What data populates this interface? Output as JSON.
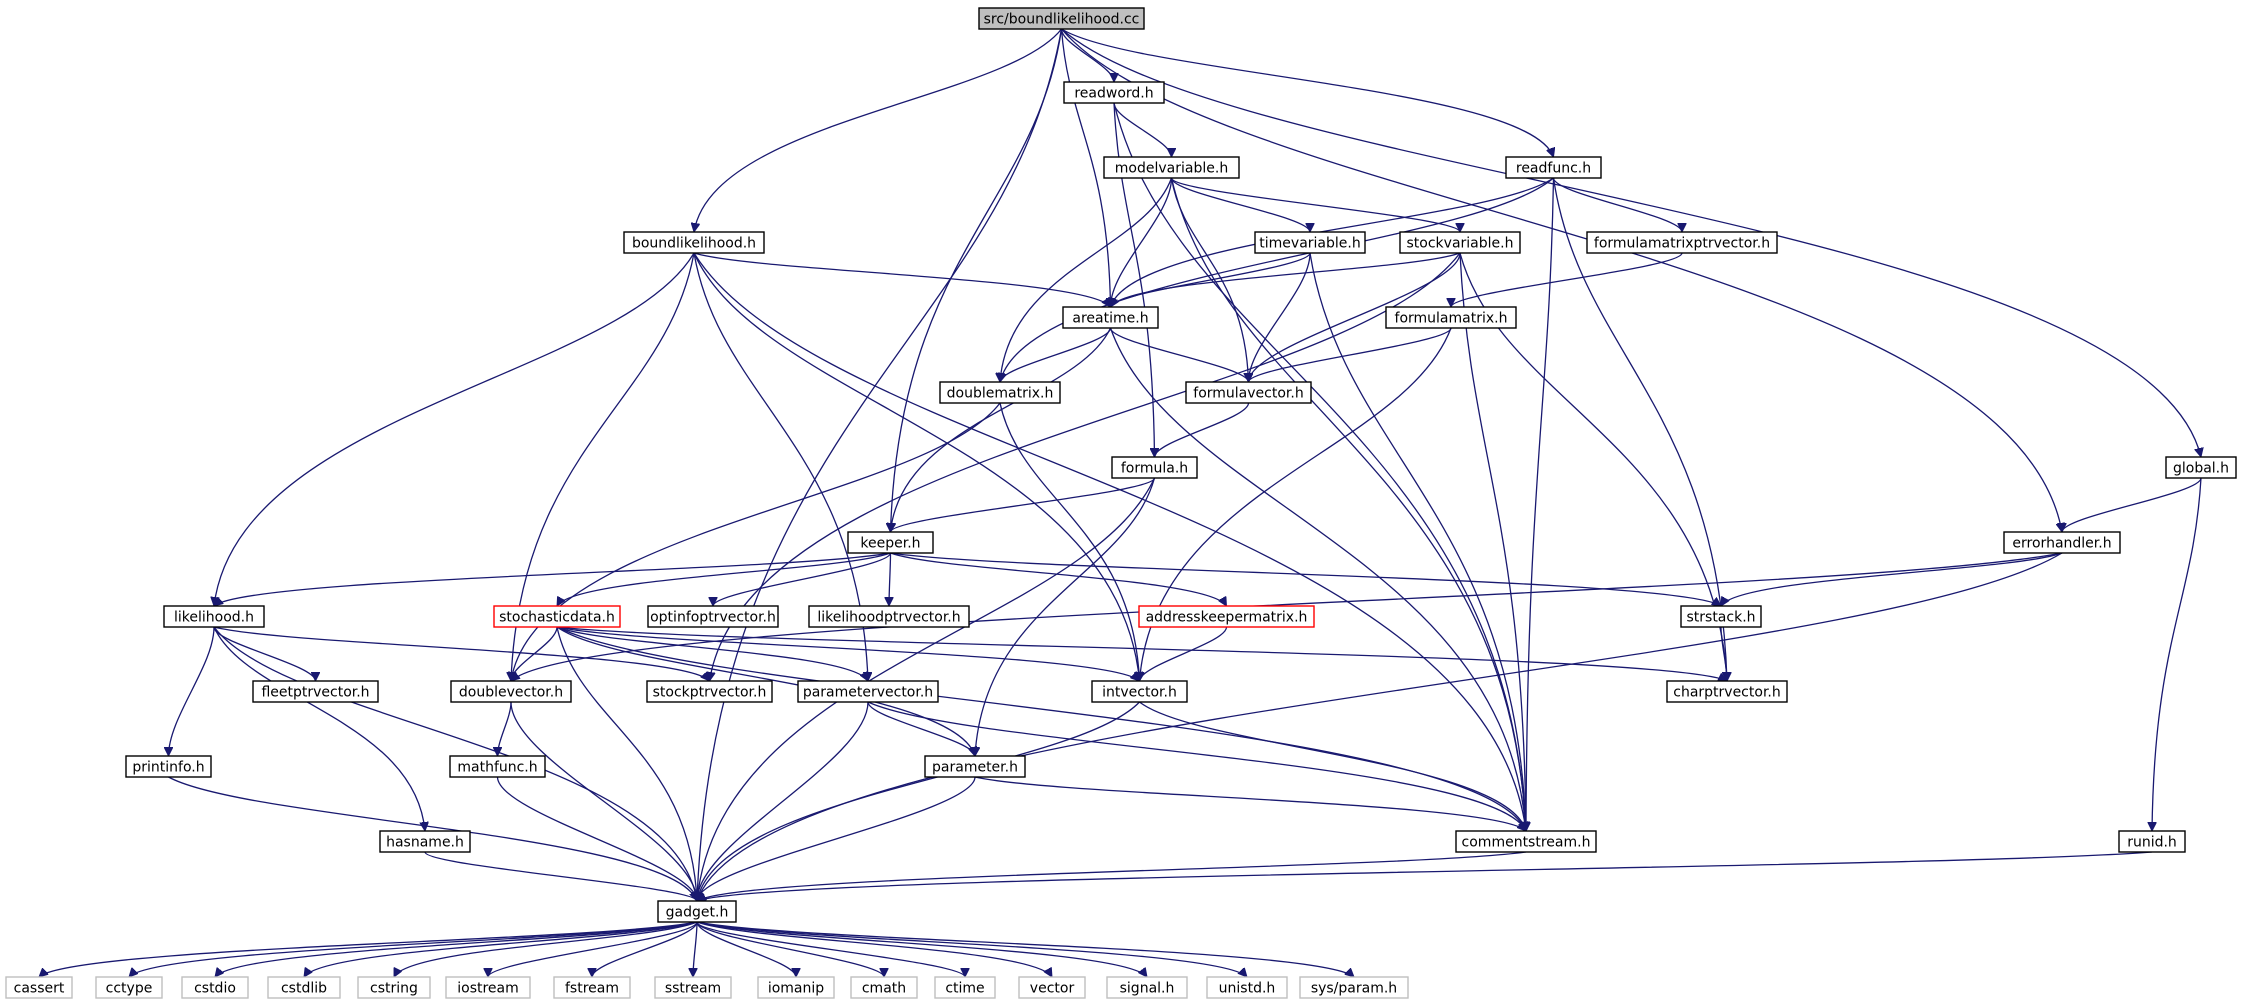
{
  "graph": {
    "root": "src/boundlikelihood.cc",
    "nodes": [
      {
        "id": "root",
        "label": "src/boundlikelihood.cc",
        "style": "root"
      },
      {
        "id": "readword",
        "label": "readword.h"
      },
      {
        "id": "modelvariable",
        "label": "modelvariable.h"
      },
      {
        "id": "readfunc",
        "label": "readfunc.h"
      },
      {
        "id": "boundlikelihood",
        "label": "boundlikelihood.h"
      },
      {
        "id": "timevariable",
        "label": "timevariable.h"
      },
      {
        "id": "stockvariable",
        "label": "stockvariable.h"
      },
      {
        "id": "formulamatrixptrvector",
        "label": "formulamatrixptrvector.h"
      },
      {
        "id": "areatime",
        "label": "areatime.h"
      },
      {
        "id": "formulamatrix",
        "label": "formulamatrix.h"
      },
      {
        "id": "doublematrix",
        "label": "doublematrix.h"
      },
      {
        "id": "formulavector",
        "label": "formulavector.h"
      },
      {
        "id": "formula",
        "label": "formula.h"
      },
      {
        "id": "global",
        "label": "global.h"
      },
      {
        "id": "keeper",
        "label": "keeper.h"
      },
      {
        "id": "errorhandler",
        "label": "errorhandler.h"
      },
      {
        "id": "likelihood",
        "label": "likelihood.h"
      },
      {
        "id": "stochasticdata",
        "label": "stochasticdata.h",
        "style": "red"
      },
      {
        "id": "optinfoptrvector",
        "label": "optinfoptrvector.h"
      },
      {
        "id": "likelihoodptrvector",
        "label": "likelihoodptrvector.h"
      },
      {
        "id": "addresskeepermatrix",
        "label": "addresskeepermatrix.h",
        "style": "red"
      },
      {
        "id": "strstack",
        "label": "strstack.h"
      },
      {
        "id": "fleetptrvector",
        "label": "fleetptrvector.h"
      },
      {
        "id": "doublevector",
        "label": "doublevector.h"
      },
      {
        "id": "stockptrvector",
        "label": "stockptrvector.h"
      },
      {
        "id": "parametervector",
        "label": "parametervector.h"
      },
      {
        "id": "intvector",
        "label": "intvector.h"
      },
      {
        "id": "charptrvector",
        "label": "charptrvector.h"
      },
      {
        "id": "printinfo",
        "label": "printinfo.h"
      },
      {
        "id": "mathfunc",
        "label": "mathfunc.h"
      },
      {
        "id": "parameter",
        "label": "parameter.h"
      },
      {
        "id": "hasname",
        "label": "hasname.h"
      },
      {
        "id": "commentstream",
        "label": "commentstream.h"
      },
      {
        "id": "runid",
        "label": "runid.h"
      },
      {
        "id": "gadget",
        "label": "gadget.h"
      },
      {
        "id": "cassert",
        "label": "cassert",
        "style": "sys"
      },
      {
        "id": "cctype",
        "label": "cctype",
        "style": "sys"
      },
      {
        "id": "cstdio",
        "label": "cstdio",
        "style": "sys"
      },
      {
        "id": "cstdlib",
        "label": "cstdlib",
        "style": "sys"
      },
      {
        "id": "cstring",
        "label": "cstring",
        "style": "sys"
      },
      {
        "id": "iostream",
        "label": "iostream",
        "style": "sys"
      },
      {
        "id": "fstream",
        "label": "fstream",
        "style": "sys"
      },
      {
        "id": "sstream",
        "label": "sstream",
        "style": "sys"
      },
      {
        "id": "iomanip",
        "label": "iomanip",
        "style": "sys"
      },
      {
        "id": "cmath",
        "label": "cmath",
        "style": "sys"
      },
      {
        "id": "ctime",
        "label": "ctime",
        "style": "sys"
      },
      {
        "id": "vector",
        "label": "vector",
        "style": "sys"
      },
      {
        "id": "signal",
        "label": "signal.h",
        "style": "sys"
      },
      {
        "id": "unistd",
        "label": "unistd.h",
        "style": "sys"
      },
      {
        "id": "sysparam",
        "label": "sys/param.h",
        "style": "sys"
      }
    ],
    "edges": [
      [
        "root",
        "readword"
      ],
      [
        "root",
        "readfunc"
      ],
      [
        "root",
        "boundlikelihood"
      ],
      [
        "root",
        "areatime"
      ],
      [
        "root",
        "keeper"
      ],
      [
        "root",
        "global"
      ],
      [
        "root",
        "errorhandler"
      ],
      [
        "root",
        "gadget"
      ],
      [
        "readword",
        "modelvariable"
      ],
      [
        "readword",
        "formula"
      ],
      [
        "readword",
        "commentstream"
      ],
      [
        "modelvariable",
        "timevariable"
      ],
      [
        "modelvariable",
        "stockvariable"
      ],
      [
        "modelvariable",
        "areatime"
      ],
      [
        "modelvariable",
        "doublematrix"
      ],
      [
        "modelvariable",
        "formulavector"
      ],
      [
        "modelvariable",
        "commentstream"
      ],
      [
        "readfunc",
        "formulamatrixptrvector"
      ],
      [
        "readfunc",
        "areatime"
      ],
      [
        "readfunc",
        "doublematrix"
      ],
      [
        "readfunc",
        "charptrvector"
      ],
      [
        "readfunc",
        "commentstream"
      ],
      [
        "boundlikelihood",
        "likelihood"
      ],
      [
        "boundlikelihood",
        "areatime"
      ],
      [
        "boundlikelihood",
        "doublevector"
      ],
      [
        "boundlikelihood",
        "parametervector"
      ],
      [
        "boundlikelihood",
        "intvector"
      ],
      [
        "boundlikelihood",
        "commentstream"
      ],
      [
        "timevariable",
        "areatime"
      ],
      [
        "timevariable",
        "formulavector"
      ],
      [
        "timevariable",
        "commentstream"
      ],
      [
        "stockvariable",
        "areatime"
      ],
      [
        "stockvariable",
        "formulavector"
      ],
      [
        "stockvariable",
        "stockptrvector"
      ],
      [
        "stockvariable",
        "charptrvector"
      ],
      [
        "stockvariable",
        "commentstream"
      ],
      [
        "formulamatrixptrvector",
        "formulamatrix"
      ],
      [
        "formulamatrix",
        "formulavector"
      ],
      [
        "formulamatrix",
        "intvector"
      ],
      [
        "areatime",
        "doublematrix"
      ],
      [
        "areatime",
        "formulavector"
      ],
      [
        "areatime",
        "keeper"
      ],
      [
        "areatime",
        "commentstream"
      ],
      [
        "doublematrix",
        "doublevector"
      ],
      [
        "doublematrix",
        "intvector"
      ],
      [
        "formulavector",
        "formula"
      ],
      [
        "formula",
        "keeper"
      ],
      [
        "formula",
        "parameter"
      ],
      [
        "formula",
        "gadget"
      ],
      [
        "global",
        "errorhandler"
      ],
      [
        "global",
        "runid"
      ],
      [
        "keeper",
        "stochasticdata"
      ],
      [
        "keeper",
        "optinfoptrvector"
      ],
      [
        "keeper",
        "likelihoodptrvector"
      ],
      [
        "keeper",
        "addresskeepermatrix"
      ],
      [
        "keeper",
        "strstack"
      ],
      [
        "keeper",
        "likelihood"
      ],
      [
        "errorhandler",
        "strstack"
      ],
      [
        "errorhandler",
        "doublevector"
      ],
      [
        "errorhandler",
        "gadget"
      ],
      [
        "likelihood",
        "fleetptrvector"
      ],
      [
        "likelihood",
        "printinfo"
      ],
      [
        "likelihood",
        "hasname"
      ],
      [
        "likelihood",
        "stockptrvector"
      ],
      [
        "likelihood",
        "gadget"
      ],
      [
        "stochasticdata",
        "doublevector"
      ],
      [
        "stochasticdata",
        "parametervector"
      ],
      [
        "stochasticdata",
        "parameter"
      ],
      [
        "stochasticdata",
        "intvector"
      ],
      [
        "stochasticdata",
        "charptrvector"
      ],
      [
        "stochasticdata",
        "commentstream"
      ],
      [
        "stochasticdata",
        "gadget"
      ],
      [
        "addresskeepermatrix",
        "intvector"
      ],
      [
        "strstack",
        "charptrvector"
      ],
      [
        "doublevector",
        "mathfunc"
      ],
      [
        "doublevector",
        "gadget"
      ],
      [
        "parametervector",
        "parameter"
      ],
      [
        "parametervector",
        "commentstream"
      ],
      [
        "parametervector",
        "gadget"
      ],
      [
        "intvector",
        "commentstream"
      ],
      [
        "intvector",
        "gadget"
      ],
      [
        "printinfo",
        "gadget"
      ],
      [
        "mathfunc",
        "gadget"
      ],
      [
        "parameter",
        "commentstream"
      ],
      [
        "parameter",
        "gadget"
      ],
      [
        "hasname",
        "gadget"
      ],
      [
        "commentstream",
        "gadget"
      ],
      [
        "runid",
        "gadget"
      ],
      [
        "gadget",
        "cassert"
      ],
      [
        "gadget",
        "cctype"
      ],
      [
        "gadget",
        "cstdio"
      ],
      [
        "gadget",
        "cstdlib"
      ],
      [
        "gadget",
        "cstring"
      ],
      [
        "gadget",
        "iostream"
      ],
      [
        "gadget",
        "fstream"
      ],
      [
        "gadget",
        "sstream"
      ],
      [
        "gadget",
        "iomanip"
      ],
      [
        "gadget",
        "cmath"
      ],
      [
        "gadget",
        "ctime"
      ],
      [
        "gadget",
        "vector"
      ],
      [
        "gadget",
        "signal"
      ],
      [
        "gadget",
        "unistd"
      ],
      [
        "gadget",
        "sysparam"
      ]
    ]
  }
}
